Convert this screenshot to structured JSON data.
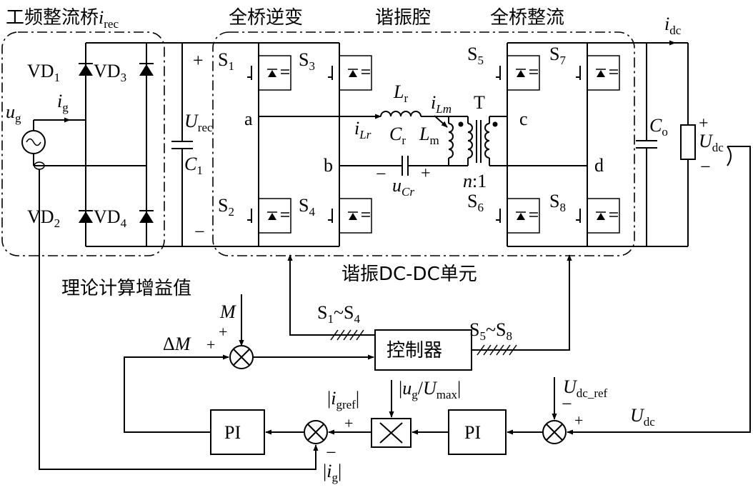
{
  "regions": {
    "rectifier": {
      "text": "工频整流桥",
      "sym": "i",
      "sub": "rec"
    },
    "inverter": "全桥逆变",
    "resonant": "谐振腔",
    "output_rectifier": "全桥整流",
    "unit": "谐振DC-DC单元"
  },
  "diodes": [
    {
      "base": "VD",
      "sub": "1"
    },
    {
      "base": "VD",
      "sub": "3"
    },
    {
      "base": "VD",
      "sub": "2"
    },
    {
      "base": "VD",
      "sub": "4"
    }
  ],
  "switches": [
    {
      "base": "S",
      "sub": "1"
    },
    {
      "base": "S",
      "sub": "3"
    },
    {
      "base": "S",
      "sub": "2"
    },
    {
      "base": "S",
      "sub": "4"
    },
    {
      "base": "S",
      "sub": "5"
    },
    {
      "base": "S",
      "sub": "7"
    },
    {
      "base": "S",
      "sub": "6"
    },
    {
      "base": "S",
      "sub": "8"
    }
  ],
  "source": {
    "sym": "u",
    "sub": "g",
    "current_sym": "i",
    "current_sub": "g"
  },
  "dc_link": {
    "sym": "U",
    "sub": "rec",
    "cap": "C",
    "cap_sub": "1",
    "plus": "+",
    "minus": "−"
  },
  "nodes": {
    "a": "a",
    "b": "b",
    "c": "c",
    "d": "d"
  },
  "tank": {
    "Lr": "L",
    "Lr_sub": "r",
    "iLm": "i",
    "iLm_sub": "Lm",
    "iLr": "i",
    "iLr_sub": "Lr",
    "Cr": "C",
    "Cr_sub": "r",
    "Lm": "L",
    "Lm_sub": "m",
    "uCr": "u",
    "uCr_sub": "Cr",
    "minus": "−",
    "plus": "+",
    "T": "T",
    "ratio_n": "n",
    "ratio_rest": ":1"
  },
  "output": {
    "idc": "i",
    "idc_sub": "dc",
    "Co": "C",
    "Co_sub": "o",
    "Udc": "U",
    "Udc_sub": "dc",
    "plus": "+",
    "minus": "−"
  },
  "control": {
    "gain_label": "理论计算增益值",
    "M": "M",
    "dM_delta": "Δ",
    "dM": "M",
    "plus": "+",
    "minus": "−",
    "controller": "控制器",
    "s14": {
      "a": "S",
      "a_sub": "1",
      "sep": "~",
      "b": "S",
      "b_sub": "4"
    },
    "s58": {
      "a": "S",
      "a_sub": "5",
      "sep": "~",
      "b": "S",
      "b_sub": "8"
    },
    "ug_umax": {
      "open": "|",
      "u": "u",
      "u_sub": "g",
      "slash": "/",
      "U": "U",
      "U_sub": "max",
      "close": "|"
    },
    "igref": {
      "open": "|",
      "i": "i",
      "sub": "gref",
      "close": "|"
    },
    "ig_abs": {
      "open": "|",
      "i": "i",
      "sub": "g",
      "close": "|"
    },
    "udc_ref": {
      "U": "U",
      "sub": "dc_ref"
    },
    "udc_fb": {
      "U": "U",
      "sub": "dc"
    },
    "pi": "PI"
  }
}
